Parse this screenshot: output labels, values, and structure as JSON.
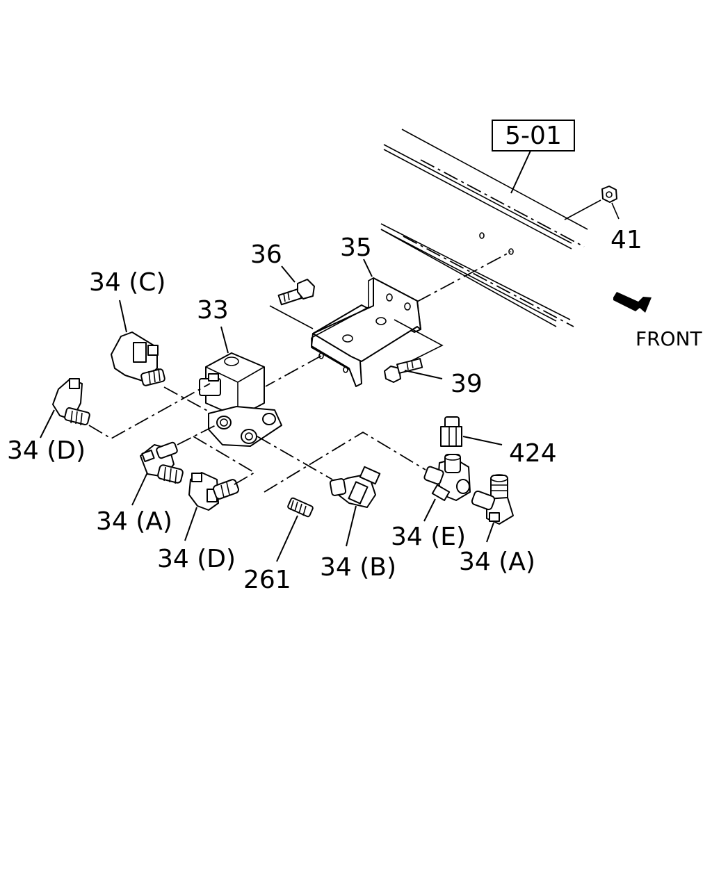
{
  "reference_box": "5-01",
  "direction_label": "FRONT",
  "callouts": {
    "p41": "41",
    "p35": "35",
    "p36": "36",
    "p33": "33",
    "p34c": "34 (C)",
    "p34d_left": "34 (D)",
    "p39": "39",
    "p424": "424",
    "p34a_left": "34 (A)",
    "p34d_bottom": "34 (D)",
    "p34e": "34 (E)",
    "p34a_right": "34 (A)",
    "p34b": "34 (B)",
    "p261": "261"
  }
}
